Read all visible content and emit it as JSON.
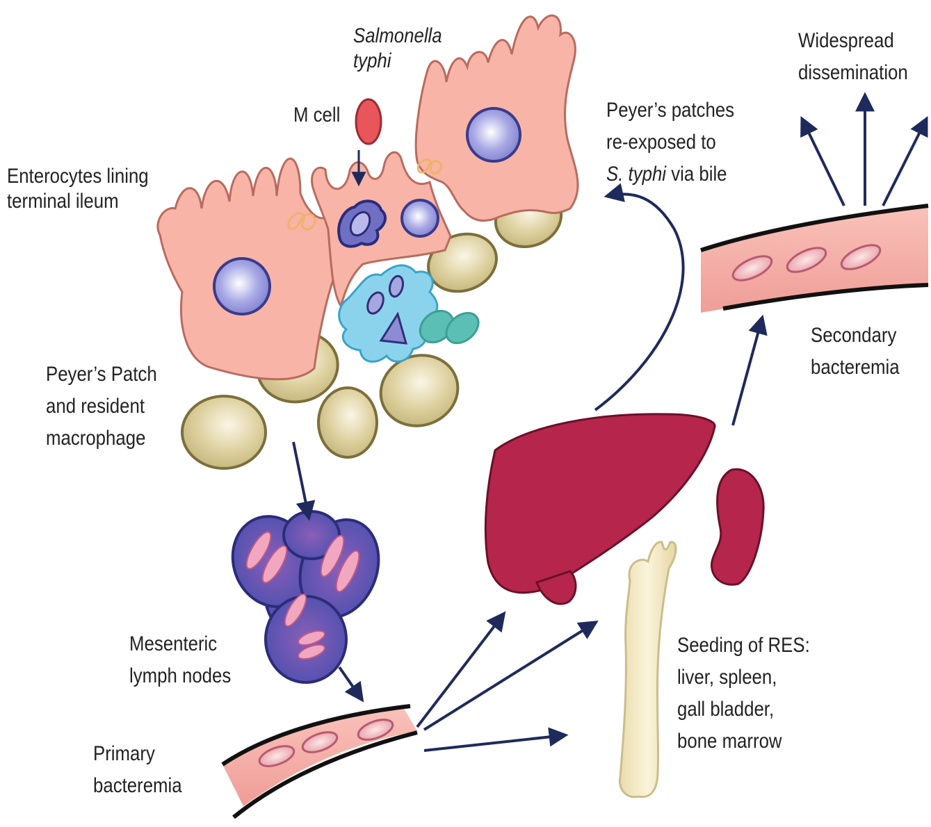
{
  "labels": {
    "salmonella": [
      "Salmonella",
      "typhi"
    ],
    "m_cell": "M cell",
    "enterocytes": [
      "Enterocytes lining",
      "terminal ileum"
    ],
    "peyers_patch": [
      "Peyer’s Patch",
      "and resident",
      "macrophage"
    ],
    "mesenteric": [
      "Mesenteric",
      "lymph nodes"
    ],
    "primary": [
      "Primary",
      "bacteremia"
    ],
    "reexposed": {
      "line1": "Peyer’s patches",
      "line2": "re-exposed to",
      "line3_italic": "S. typhi",
      "line3_rest": " via bile"
    },
    "widespread": [
      "Widespread",
      "dissemination"
    ],
    "secondary": [
      "Secondary",
      "bacteremia"
    ],
    "seeding": [
      "Seeding of RES:",
      "liver, spleen,",
      "gall bladder,",
      "bone marrow"
    ]
  },
  "colors": {
    "enterocyte": "#f7b4a7",
    "nucleus": "#8f8fd6",
    "bacterium": "#e8555a",
    "peyer_cell": "#ccbf86",
    "macrophage": "#89d1ea",
    "teal_cell": "#5cbfb5",
    "lymph_node": "#5c5cb5",
    "vessel": "#f6b0a8",
    "organ": "#b5254c",
    "bone": "#f6ecc3",
    "arrow": "#1f2a5c"
  }
}
